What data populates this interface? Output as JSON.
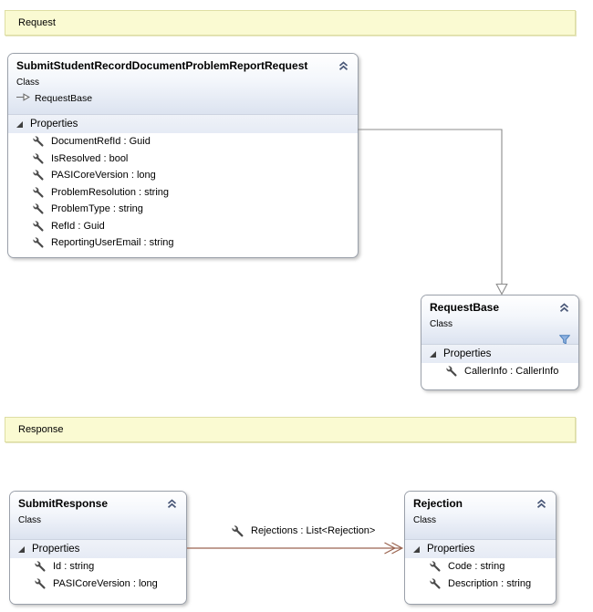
{
  "banners": {
    "request": "Request",
    "response": "Response"
  },
  "classes": [
    {
      "name": "SubmitStudentRecordDocumentProblemReportRequest",
      "stereotype": "Class",
      "inherits": "RequestBase",
      "section": "Properties",
      "members": [
        "DocumentRefId : Guid",
        "IsResolved : bool",
        "PASICoreVersion : long",
        "ProblemResolution : string",
        "ProblemType : string",
        "RefId : Guid",
        "ReportingUserEmail : string"
      ]
    },
    {
      "name": "RequestBase",
      "stereotype": "Class",
      "section": "Properties",
      "members": [
        "CallerInfo : CallerInfo"
      ]
    },
    {
      "name": "SubmitResponse",
      "stereotype": "Class",
      "section": "Properties",
      "members": [
        "Id : string",
        "PASICoreVersion : long"
      ]
    },
    {
      "name": "Rejection",
      "stereotype": "Class",
      "section": "Properties",
      "members": [
        "Code : string",
        "Description : string"
      ]
    }
  ],
  "connectors": {
    "inheritance": {
      "type": "inheritance",
      "from": "SubmitStudentRecordDocumentProblemReportRequest",
      "to": "RequestBase"
    },
    "association": {
      "type": "association",
      "label": "Rejections : List<Rejection>",
      "from": "SubmitResponse",
      "to": "Rejection"
    }
  },
  "colors": {
    "banner_bg": "#FAFAD2",
    "banner_border": "#DEDEA4",
    "box_border": "#9AA0AA",
    "header_gradient_end": "#DCE3F0",
    "section_band": "#E8EDF6",
    "inheritance_line": "#8C8C8C",
    "association_line": "#9A6450",
    "filter_icon": "#4A7EBB",
    "chevron_icon": "#4A5878"
  }
}
